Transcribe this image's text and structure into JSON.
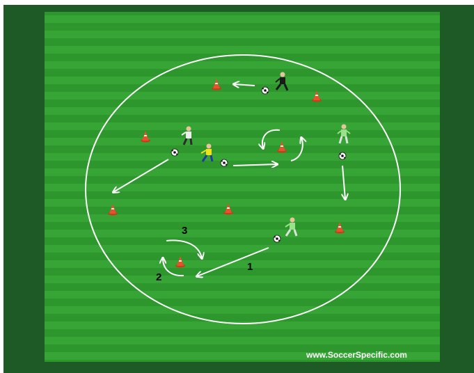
{
  "colors": {
    "frame": "#1d5a26",
    "grass_light": "#36a536",
    "grass_dark": "#2d962d",
    "lines": "#ffffff",
    "cone": "#e8522a",
    "arrow": "#ffffff"
  },
  "labels": {
    "step_1": "1",
    "step_2": "2",
    "step_3": "3"
  },
  "watermark": "www.SoccerSpecific.com",
  "icons": [
    "cone-icon",
    "player-icon",
    "ball-icon",
    "arrow-icon"
  ]
}
